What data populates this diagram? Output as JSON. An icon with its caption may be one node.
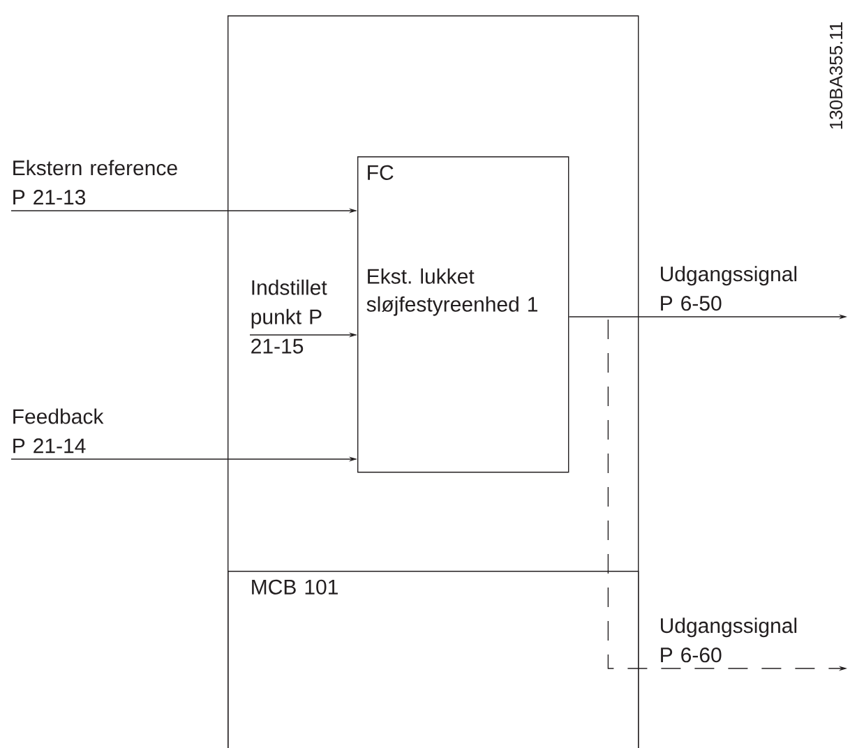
{
  "diagram": {
    "nodes": [
      {
        "text": [],
        "shape": "box"
      },
      {
        "text": [
          "MCB 101"
        ],
        "in": 0
      },
      {
        "text": [
          "FC",
          "Ekst. lukket sløjfestyreenhed 1"
        ],
        "in": 0
      }
    ],
    "edges": [
      {
        "from": null,
        "to": 2,
        "arrow": "to",
        "label": "Ekstern reference P 21-13"
      },
      {
        "from": null,
        "to": 2,
        "arrow": "to",
        "label": "Indstillet punkt P 21-15"
      },
      {
        "from": null,
        "to": 2,
        "arrow": "to",
        "label": "Feedback P 21-14"
      },
      {
        "from": 2,
        "to": null,
        "arrow": "to",
        "label": "Udgangssignal P 6-50"
      },
      {
        "from": 2,
        "to": null,
        "arrow": "to",
        "label": "Udgangssignal P 6-60",
        "style": "dashed"
      }
    ],
    "labels": [
      "130BA355.11"
    ]
  }
}
